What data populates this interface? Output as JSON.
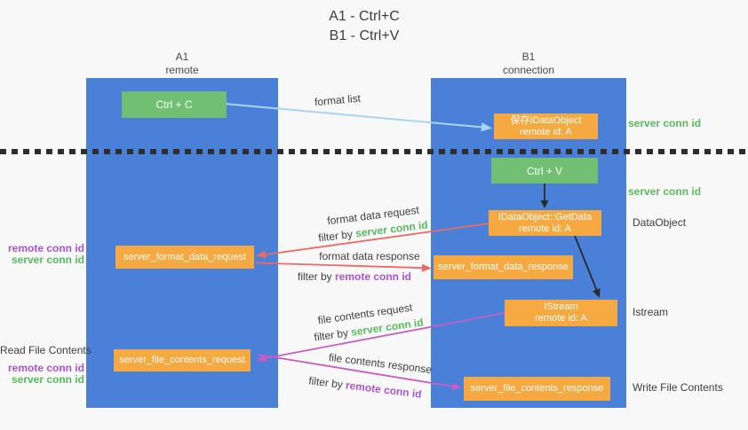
{
  "colors": {
    "column_blue": "#4a80d8",
    "button_green": "#71bf73",
    "box_orange": "#f7a941",
    "green_label": "#58ba5c",
    "purple_label": "#a855cc",
    "red_arrow": "#ec6a64",
    "magenta_arrow": "#c45ec4",
    "light_blue_arrow": "#a8d6f2",
    "black_arrow": "#2a2a2a",
    "text_dark": "#3d3d3d",
    "background": "#f8f8f8"
  },
  "title": {
    "line1": "A1 - Ctrl+C",
    "line2": "B1 - Ctrl+V"
  },
  "columns": {
    "left": {
      "name": "A1",
      "subtitle": "remote"
    },
    "right": {
      "name": "B1",
      "subtitle": "connection"
    }
  },
  "nodes": {
    "ctrl_c": {
      "label": "Ctrl + C"
    },
    "ctrl_v": {
      "label": "Ctrl + V"
    },
    "save_dataobject": {
      "line1": "保存IDataObject",
      "line2": "remote id: A"
    },
    "getdata": {
      "line1": "IDataObject::GetData",
      "line2": "remote id: A"
    },
    "istream": {
      "line1": "IStream",
      "line2": "remote id: A"
    },
    "format_request": {
      "label": "server_format_data_request"
    },
    "format_response": {
      "label": "server_format_data_response"
    },
    "file_request": {
      "label": "server_file_contents_request"
    },
    "file_response": {
      "label": "server_file_contents_response"
    }
  },
  "side_labels": {
    "right": {
      "server_conn_id_1": "server conn id",
      "server_conn_id_2": "server conn id",
      "dataobject": "DataObject",
      "istream": "Istream",
      "write_file_contents": "Write File Contents"
    },
    "left": {
      "format_group": {
        "line1": "remote conn id",
        "line2": "server conn id"
      },
      "read_file_contents": "Read File Contents",
      "file_group": {
        "line1": "remote conn id",
        "line2": "server conn id"
      }
    }
  },
  "arrow_labels": {
    "format_list": "format list",
    "format_data_request": "format data request",
    "filter_by_server_1": {
      "prefix": "filter by ",
      "highlight": "server conn id"
    },
    "format_data_response": "format data response",
    "filter_by_remote_1": {
      "prefix": "filter by ",
      "highlight": "remote conn id"
    },
    "file_contents_request": "file contents request",
    "filter_by_server_2": {
      "prefix": "filter by ",
      "highlight": "server conn id"
    },
    "file_contents_response": "file contents response",
    "filter_by_remote_2": {
      "prefix": "filter by ",
      "highlight": "remote conn id"
    }
  }
}
